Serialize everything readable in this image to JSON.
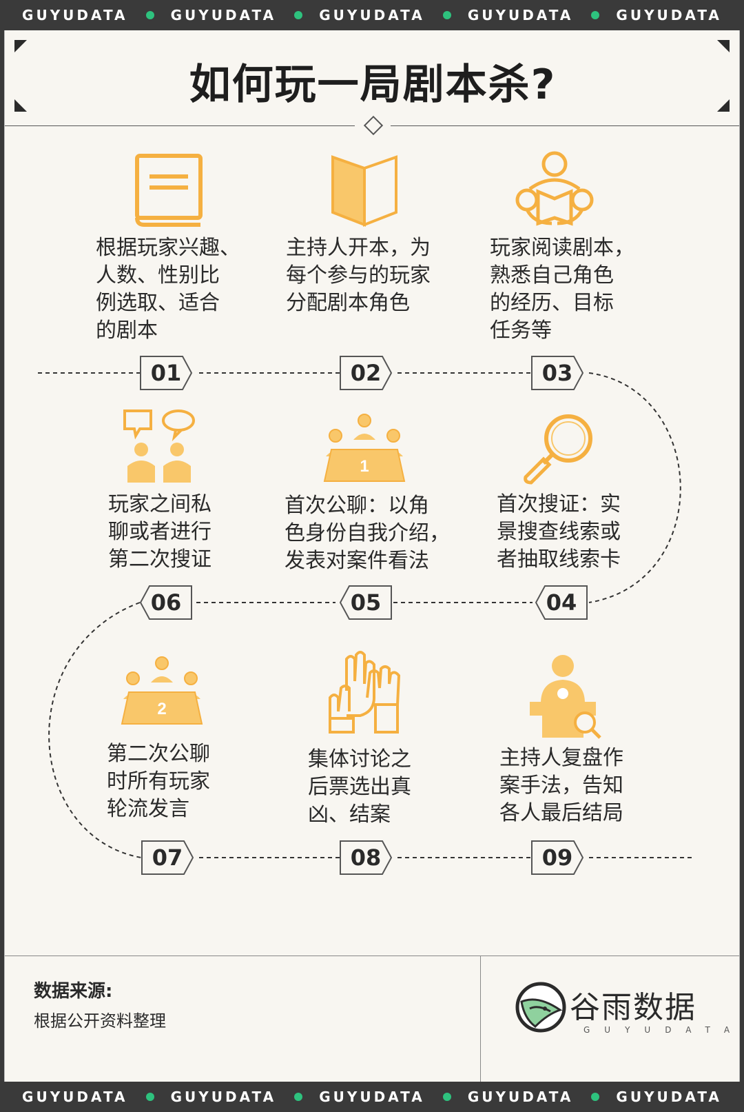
{
  "ribbon": [
    "GUYUDATA",
    "GUYUDATA",
    "GUYUDATA",
    "GUYUDATA",
    "GUYUDATA"
  ],
  "title": "如何玩一局剧本杀?",
  "colors": {
    "accent": "#f9c76a",
    "accent_stroke": "#f5b041",
    "dark": "#3a3a3a",
    "dot": "#2ec27e"
  },
  "steps": [
    {
      "num": "01",
      "icon": "book-icon",
      "lines": [
        "根据玩家兴趣、",
        "人数、性别比",
        "例选取、适合",
        "的剧本"
      ]
    },
    {
      "num": "02",
      "icon": "open-book-icon",
      "lines": [
        "主持人开本，为",
        "每个参与的玩家",
        "分配剧本角色"
      ]
    },
    {
      "num": "03",
      "icon": "reading-person-icon",
      "lines": [
        "玩家阅读剧本，",
        "熟悉自己角色",
        "的经历、目标",
        "任务等"
      ]
    },
    {
      "num": "04",
      "icon": "magnifier-icon",
      "lines": [
        "首次搜证：实",
        "景搜查线索或",
        "者抽取线索卡"
      ]
    },
    {
      "num": "05",
      "icon": "meeting-table-1-icon",
      "lines": [
        "首次公聊：以角",
        "色身份自我介绍，",
        "发表对案件看法"
      ]
    },
    {
      "num": "06",
      "icon": "private-chat-icon",
      "lines": [
        "玩家之间私",
        "聊或者进行",
        "第二次搜证"
      ]
    },
    {
      "num": "07",
      "icon": "meeting-table-2-icon",
      "lines": [
        "第二次公聊",
        "时所有玩家",
        "轮流发言"
      ]
    },
    {
      "num": "08",
      "icon": "raised-hands-icon",
      "lines": [
        "集体讨论之",
        "后票选出真",
        "凶、结案"
      ]
    },
    {
      "num": "09",
      "icon": "host-review-icon",
      "lines": [
        "主持人复盘作",
        "案手法，告知",
        "各人最后结局"
      ]
    }
  ],
  "meeting_numbers": [
    "1",
    "2"
  ],
  "footer": {
    "source_label": "数据来源:",
    "source_text": "根据公开资料整理",
    "brand_cn": "谷雨数据",
    "brand_en": "GUYUDATA"
  }
}
